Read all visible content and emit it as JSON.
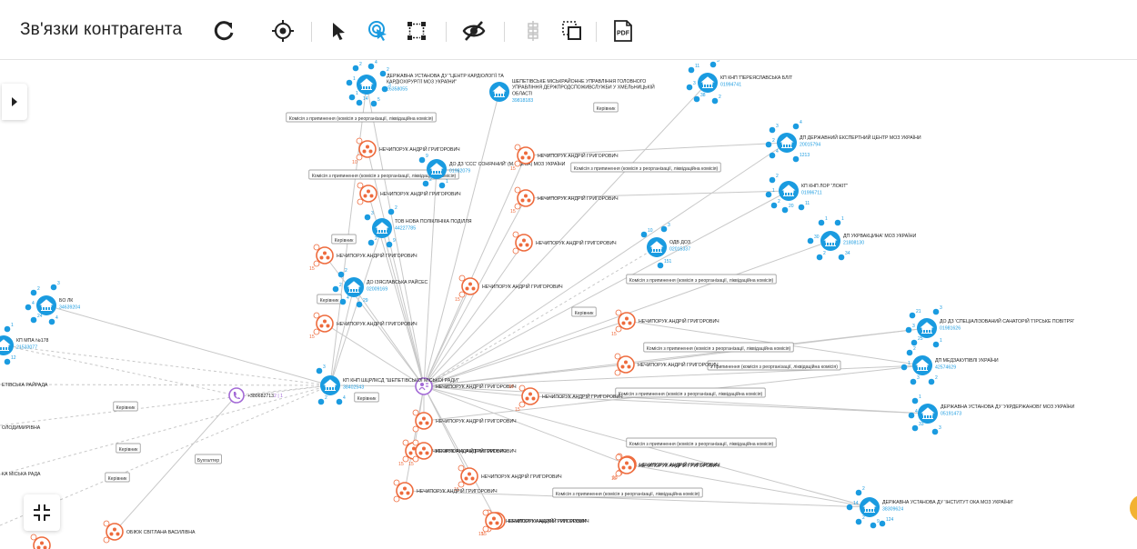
{
  "header": {
    "title": "Зв'язки контрагента"
  },
  "toolbar": {
    "buttons": [
      {
        "name": "refresh-icon"
      },
      {
        "name": "target-icon"
      },
      {
        "name": "pointer-icon"
      },
      {
        "name": "select-click-icon"
      },
      {
        "name": "marquee-select-icon"
      },
      {
        "name": "hide-icon"
      },
      {
        "name": "align-icon"
      },
      {
        "name": "group-select-icon"
      },
      {
        "name": "pdf-export-icon"
      }
    ],
    "pdf_label": "PDF"
  },
  "colors": {
    "blue": "#1a9be0",
    "orange": "#ee6b3d",
    "purple": "#a36ad6",
    "edge": "#c8c8c8",
    "count_blue": "#1a9be0",
    "count_orange": "#ee6b3d"
  },
  "nodes": [
    {
      "id": "center",
      "type": "purple",
      "label": "НЕЧИПОРУК АНДРІЙ ГРИГОРОВИЧ",
      "count": "16"
    },
    {
      "id": "kp_shepetivka",
      "type": "org",
      "label": "КП КНП ШЦРЛКСД \"ШЕПЕТІВСЬКОЇ МІСЬКОЇ РАДИ\"",
      "code": "38402543"
    },
    {
      "id": "kardio",
      "type": "org",
      "label": "ДЕРЖАВНА УСТАНОВА ДУ \"ЦЕНТР КАРДІОЛОГІЇ ТА КАРДІОХІРУРГІЇ МОЗ УКРАЇНИ\"",
      "code": "26358055"
    },
    {
      "id": "shepet_upr",
      "type": "org",
      "label": "ШЕПЕТІВСЬКЕ МІСЬКРАЙОННЕ УПРАВЛІННЯ ГОЛОВНОГО УПРАВЛІННЯ ДЕРЖПРОДСПОЖИВСЛУЖБИ У ХМЕЛЬНИЦЬКІЙ ОБЛАСТІ",
      "code": "39818183"
    },
    {
      "id": "pereyaslav",
      "type": "org",
      "label": "КП КНП 'ПЕРЕЯСЛАВСЬКА БЛЛ'",
      "code": "01994741"
    },
    {
      "id": "expert",
      "type": "org",
      "label": "ДП ДЕРЖАВНИЙ ЕКСПЕРТНИЙ ЦЕНТР МОЗ УКРАЇНИ",
      "code": "20015794"
    },
    {
      "id": "lokot",
      "type": "org",
      "label": "КП КНП ЛОР \"ЛОКІТ\"",
      "code": "01996711"
    },
    {
      "id": "ukrvaktsyna",
      "type": "org",
      "label": "ДП УКРВАКЦИНА' МОЗ УКРАЇНИ",
      "code": "21808130"
    },
    {
      "id": "sonyachnyi",
      "type": "org",
      "label": "ДО ДЗ 'ССС' СОНЯЧНИЙ' (М.ОДЕСА) МОЗ УКРАЇНИ",
      "code": "01982079"
    },
    {
      "id": "nova_poly",
      "type": "org",
      "label": "ТОВ НОВА ПОЛІКЛІНІКА ПОДІЛЛЯ",
      "code": "44227785"
    },
    {
      "id": "izyaslav",
      "type": "org",
      "label": "ДО ІЗЯСЛАВСЬКА РАЙСЕС",
      "code": "02009169"
    },
    {
      "id": "bolk",
      "type": "org",
      "label": "БО ЛК",
      "code": "34639204"
    },
    {
      "id": "kpmpa",
      "type": "org",
      "label": "КП МПА №178",
      "code": "21533077"
    },
    {
      "id": "odv",
      "type": "org",
      "label": "ОДВ ДОЗ",
      "code": "02015337"
    },
    {
      "id": "sanatoriy",
      "type": "org",
      "label": "ДО ДЗ 'СПЕЦІАЛІЗОВАНИЙ САНАТОРІЙ 'ГІРСЬКЕ ПОВІТРЯ'",
      "code": "01981626"
    },
    {
      "id": "medzakupivli",
      "type": "org",
      "label": "ДП МЕДЗАКУПІВЛІ УКРАЇНИ",
      "code": "42574629"
    },
    {
      "id": "ukrderzh",
      "type": "org",
      "label": "ДЕРЖАВНА УСТАНОВА ДУ 'УКРДЕРЖАНОВІ' МОЗ УКРАЇНИ",
      "code": "05191473"
    },
    {
      "id": "instytut",
      "type": "org",
      "label": "ДЕРЖАВНА УСТАНОВА ДУ 'ІНСТИТУТ ОКА МОЗ УКРАЇНИ'",
      "code": "38309624"
    },
    {
      "id": "phone",
      "type": "phone",
      "label": "+380682713",
      "count": "2 | 1"
    },
    {
      "id": "obiuk",
      "type": "person",
      "label": "ОБІЮК СВІТЛАНА ВАСИЛІВНА"
    },
    {
      "id": "p_bottom_left",
      "type": "person"
    },
    {
      "id": "p1",
      "type": "person",
      "label": "НЕЧИПОРУК АНДРІЙ ГРИГОРОВИЧ",
      "count": "10"
    },
    {
      "id": "p2",
      "type": "person",
      "label": "НЕЧИПОРУК АНДРІЙ ГРИГОРОВИЧ"
    },
    {
      "id": "p3",
      "type": "person",
      "label": "НЕЧИПОРУК АНДРІЙ ГРИГОРОВИЧ",
      "count": "15"
    },
    {
      "id": "p4",
      "type": "person",
      "label": "НЕЧИПОРУК АНДРІЙ ГРИГОРОВИЧ",
      "count": "15"
    },
    {
      "id": "p5",
      "type": "person",
      "label": "НЕЧИПОРУК АНДРІЙ ГРИГОРОВИЧ",
      "count": "15"
    },
    {
      "id": "p6",
      "type": "person",
      "label": "НЕЧИПОРУК АНДРІЙ ГРИГОРОВИЧ",
      "count": "15"
    },
    {
      "id": "p7",
      "type": "person",
      "label": "НЕЧИПОРУК АНДРІЙ ГРИГОРОВИЧ"
    },
    {
      "id": "p8",
      "type": "person",
      "label": "НЕЧИПОРУК АНДРІЙ ГРИГОРОВИЧ",
      "count": "15"
    },
    {
      "id": "p9",
      "type": "person",
      "label": "НЕЧИПОРУК АНДРІЙ ГРИГОРОВИЧ",
      "count": "15"
    },
    {
      "id": "p10",
      "type": "person",
      "label": "НЕЧИПОРУК АНДРІЙ ГРИГОРОВИЧ"
    },
    {
      "id": "p11",
      "type": "person",
      "label": "НЕЧИПОРУК АНДРІЙ ГРИГОРОВИЧ",
      "count": "15"
    },
    {
      "id": "p12",
      "type": "person",
      "label": "НЕЧИПОРУК АНДРІЙ ГРИГОРОВИЧ"
    },
    {
      "id": "p13",
      "type": "person",
      "label": "НЕЧИПОРУК АНДРІЙ ГРИГОРОВИЧ",
      "count": "15"
    },
    {
      "id": "p14",
      "type": "person",
      "label": "НЕЧИПОРУК АНДРІЙ ГРИГОРОВИЧ",
      "count": "15"
    },
    {
      "id": "p15",
      "type": "person",
      "label": "НЕЧИПОРУК АНДРІЙ ГРИГОРОВИЧ"
    },
    {
      "id": "p16",
      "type": "person",
      "label": "НЕЧИПОРУК АНДРІЙ ГРИГОРОВИЧ",
      "count": "13"
    },
    {
      "id": "p17",
      "type": "person",
      "label": "НЕЧИПОРУК АНДРІЙ ГРИГОРОВИЧ",
      "count": "15"
    },
    {
      "id": "p18",
      "type": "person",
      "label": "НЕЧИПОРУК АНДРІЙ ГРИГОРОВИЧ",
      "count": "15"
    },
    {
      "id": "p19",
      "type": "person",
      "label": "НЕЧИПОРУК АНДРІЙ ГРИГОРОВИЧ",
      "count": "15"
    },
    {
      "id": "p20",
      "type": "person",
      "label": "НЕЧИПОРУК АНДРІЙ ГРИГОРОВИЧ",
      "count": "15"
    }
  ],
  "offscreen_labels": [
    {
      "id": "l_raiada",
      "label": "ЕТІВСЬКА РАЙРАДА"
    },
    {
      "id": "l_volodymyrivna",
      "label": "ОЛОДИМИРІВНА"
    },
    {
      "id": "l_miska_rada",
      "label": "КА МІСЬКА РАДА"
    }
  ],
  "edge_labels": [
    {
      "id": "e_kom1",
      "label": "Комісія з припинення (комісія з реорганізації, ліквідаційна комісія)"
    },
    {
      "id": "e_kom2",
      "label": "Комісія з припинення (комісія з реорганізації, ліквідаційна комісія)"
    },
    {
      "id": "e_kom3",
      "label": "Комісія з припинення (комісія з реорганізації, ліквідаційна комісія)"
    },
    {
      "id": "e_kom4",
      "label": "Комісія з припинення (комісія з реорганізації, ліквідаційна комісія)"
    },
    {
      "id": "e_kom5",
      "label": "Комісія з припинення (комісія з реорганізації, ліквідаційна комісія)"
    },
    {
      "id": "e_kom6",
      "label": "з припинення (комісія з реорганізації, ліквідаційна комісія)"
    },
    {
      "id": "e_kom7",
      "label": "Комісія з припинення (комісія з реорганізації, ліквідаційна комісія)"
    },
    {
      "id": "e_kom8",
      "label": "Комісія з припинення (комісія з реорганізації, ліквідаційна комісія)"
    },
    {
      "id": "e_kom9",
      "label": "Комісія з припинення (комісія з реорганізації, ліквідаційна комісія)"
    },
    {
      "id": "e_kerivnyk1",
      "label": "Керівник"
    },
    {
      "id": "e_kerivnyk2",
      "label": "Керівник"
    },
    {
      "id": "e_kerivnyk3",
      "label": "Керівник"
    },
    {
      "id": "e_kerivnyk4",
      "label": "Керівник"
    },
    {
      "id": "e_kerivnyk5",
      "label": "Керівник"
    },
    {
      "id": "e_kerivnyk6",
      "label": "Керівник"
    },
    {
      "id": "e_kerivnyk7",
      "label": "Керівник"
    },
    {
      "id": "e_kerivnyk8",
      "label": "Керівник"
    },
    {
      "id": "e_buhalter",
      "label": "Бухгалтер"
    }
  ]
}
